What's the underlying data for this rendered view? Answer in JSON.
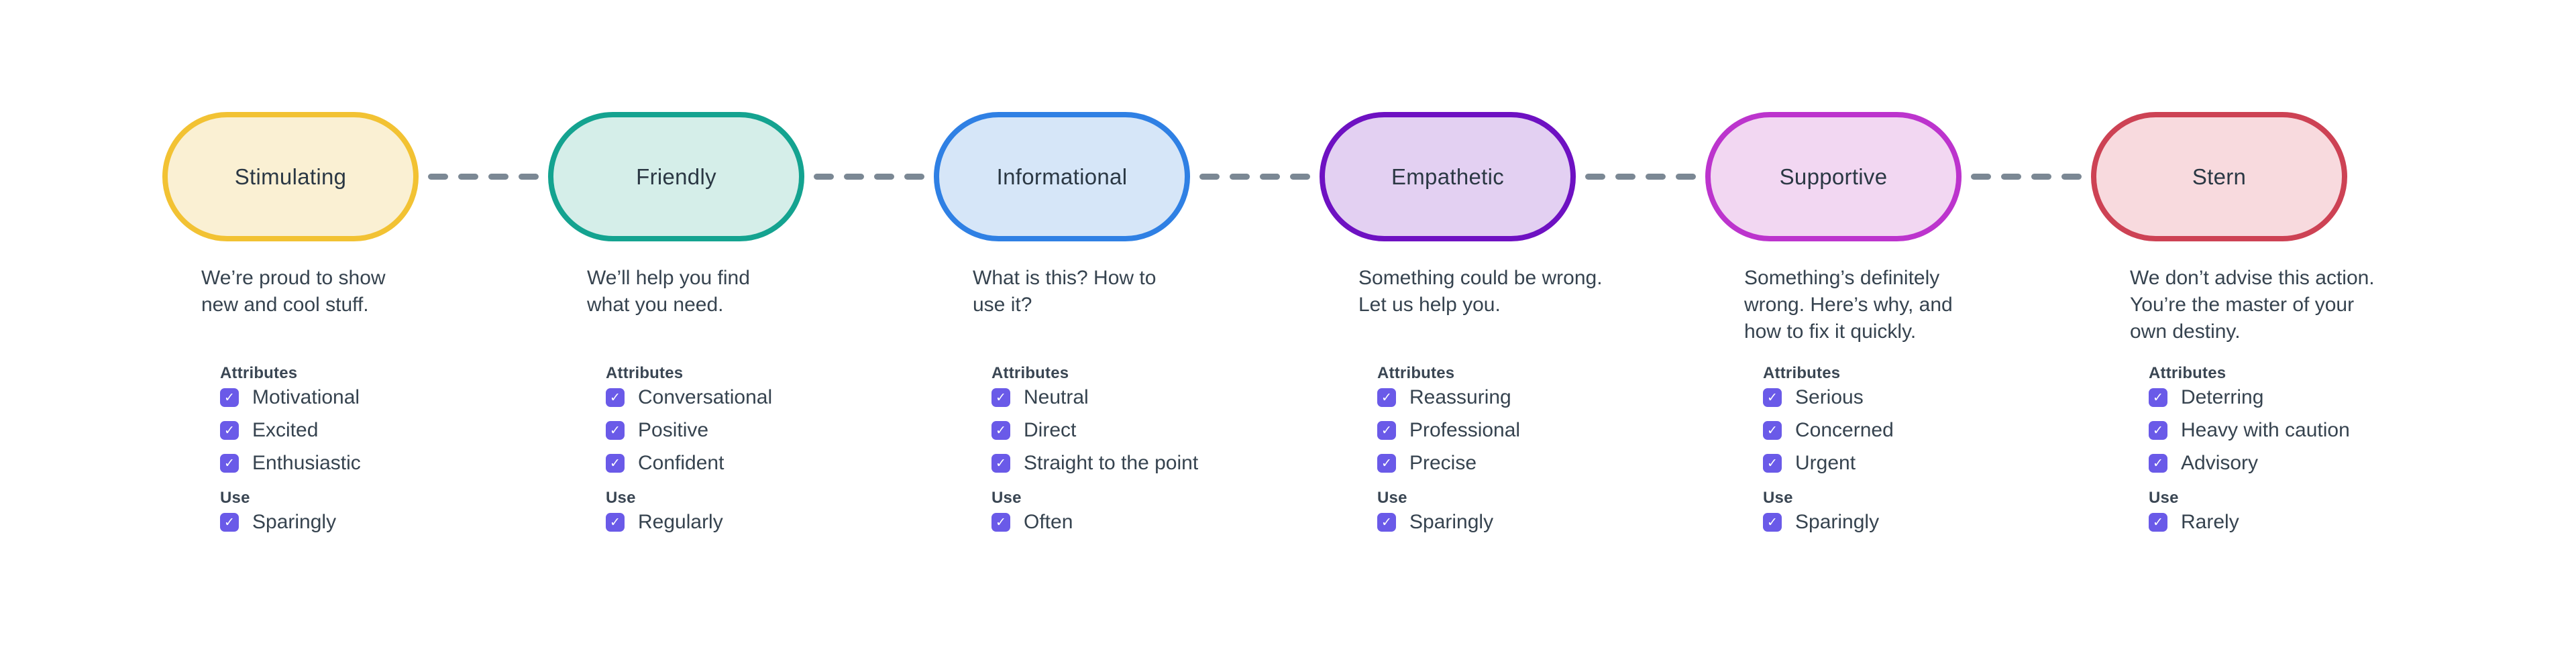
{
  "page": {
    "background": "#ffffff"
  },
  "labels": {
    "attributes": "Attributes",
    "use": "Use"
  },
  "checkbox": {
    "color": "#6A5AE8",
    "check_glyph": "✓",
    "state": "checked"
  },
  "connector": {
    "color": "#7B8894",
    "style": "dashed",
    "dash_count": 4
  },
  "tones": [
    {
      "name": "Stimulating",
      "border_color": "#F2C233",
      "fill_color": "#FAF0D3",
      "description": "We’re proud to show\nnew and cool stuff.",
      "attributes": [
        "Motivational",
        "Excited",
        "Enthusiastic"
      ],
      "use": "Sparingly"
    },
    {
      "name": "Friendly",
      "border_color": "#14A390",
      "fill_color": "#D5EEE9",
      "description": "We’ll help you find\nwhat you need.",
      "attributes": [
        "Conversational",
        "Positive",
        "Confident"
      ],
      "use": "Regularly"
    },
    {
      "name": "Informational",
      "border_color": "#2F80E4",
      "fill_color": "#D6E6F8",
      "description": "What is this? How to\nuse it?",
      "attributes": [
        "Neutral",
        "Direct",
        "Straight to the point"
      ],
      "use": "Often"
    },
    {
      "name": "Empathetic",
      "border_color": "#6E11C2",
      "fill_color": "#E3D0F2",
      "description": "Something could be wrong.\nLet us help you.",
      "attributes": [
        "Reassuring",
        "Professional",
        "Precise"
      ],
      "use": "Sparingly"
    },
    {
      "name": "Supportive",
      "border_color": "#BC34CD",
      "fill_color": "#F2D7F2",
      "description": "Something’s definitely\nwrong. Here’s why, and\nhow to fix it quickly.",
      "attributes": [
        "Serious",
        "Concerned",
        "Urgent"
      ],
      "use": "Sparingly"
    },
    {
      "name": "Stern",
      "border_color": "#CD4254",
      "fill_color": "#F8DADE",
      "description": "We don’t advise this action.\nYou’re the master of your\nown destiny.",
      "attributes": [
        "Deterring",
        "Heavy with caution",
        "Advisory"
      ],
      "use": "Rarely"
    }
  ]
}
